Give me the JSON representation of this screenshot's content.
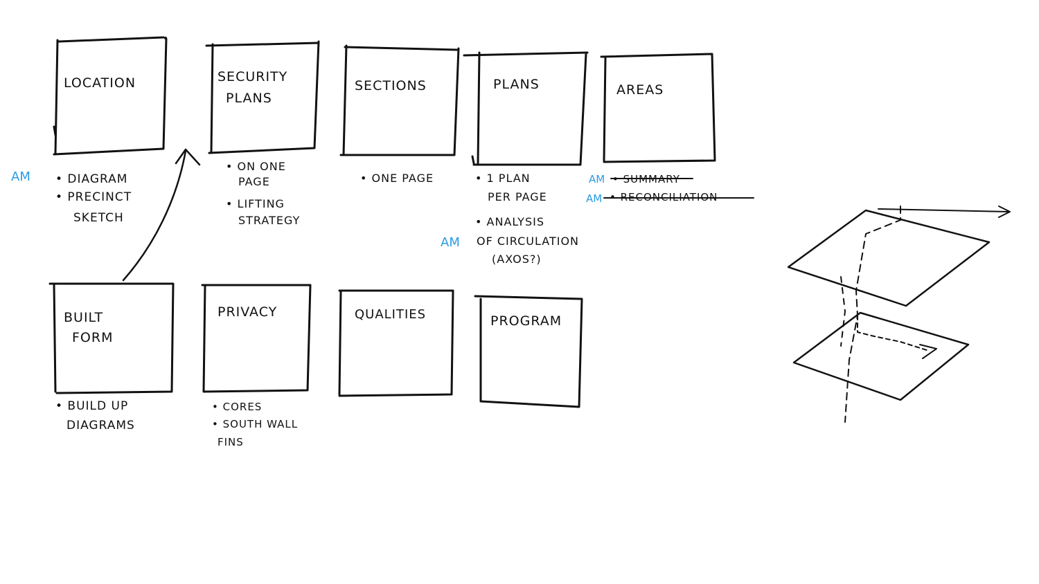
{
  "ink_color": "#111111",
  "accent_color": "#2b9be0",
  "tag": "AM",
  "row1": {
    "location": {
      "title": "LOCATION",
      "notes": [
        "• DIAGRAM",
        "• PRECINCT",
        "SKETCH"
      ]
    },
    "security": {
      "title_1": "SECURITY",
      "title_2": "PLANS",
      "notes": [
        "• ON ONE",
        "PAGE",
        "• LIFTING",
        "STRATEGY"
      ]
    },
    "sections": {
      "title": "SECTIONS",
      "notes": [
        "• ONE PAGE"
      ]
    },
    "plans": {
      "title": "PLANS",
      "notes": [
        "• 1 PLAN",
        "PER PAGE",
        "• ANALYSIS",
        "OF CIRCULATION",
        "(AXOS?)"
      ]
    },
    "areas": {
      "title": "AREAS",
      "notes": [
        "• SUMMARY",
        "• RECONCILIATION"
      ]
    }
  },
  "row2": {
    "built_form": {
      "title_1": "BUILT",
      "title_2": "FORM",
      "notes": [
        "• BUILD UP",
        "DIAGRAMS"
      ]
    },
    "privacy": {
      "title": "PRIVACY",
      "notes": [
        "• CORES",
        "• SOUTH WALL",
        "FINS"
      ]
    },
    "qualities": {
      "title": "QUALITIES"
    },
    "program": {
      "title": "PROGRAM"
    }
  }
}
